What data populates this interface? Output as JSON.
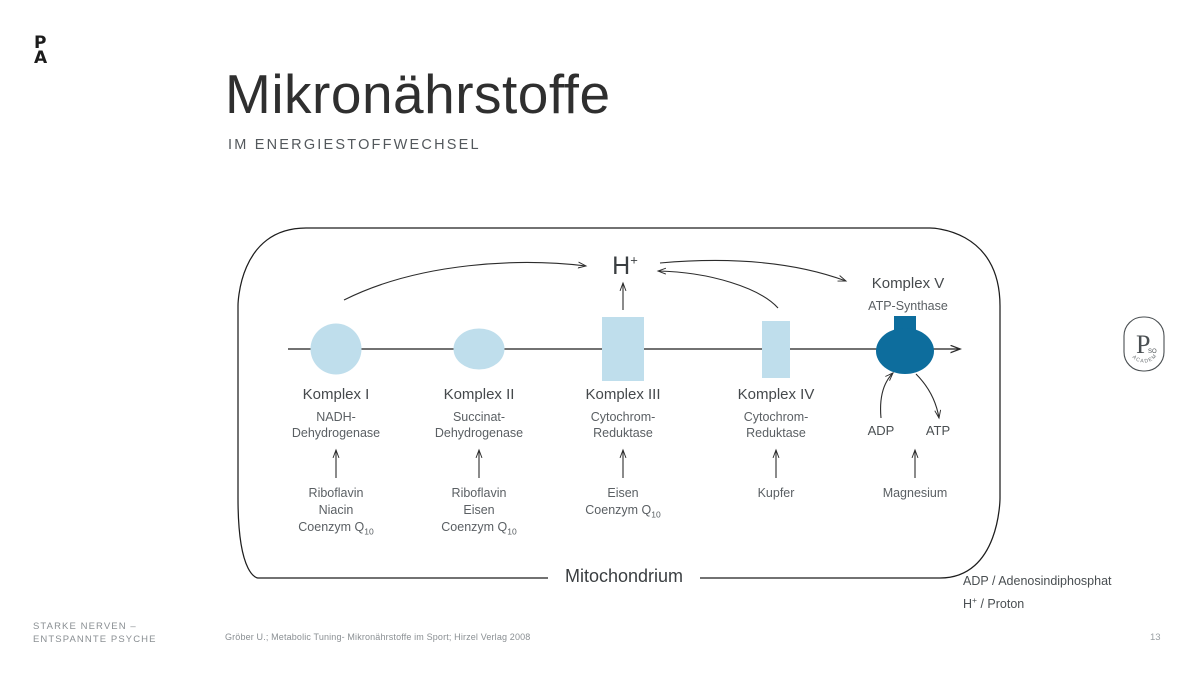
{
  "brand": {
    "logo_line1": "P",
    "logo_line2": "A"
  },
  "header": {
    "title": "Mikronährstoffe",
    "subtitle": "IM ENERGIESTOFFWECHSEL"
  },
  "diagram": {
    "container_label": "Mitochondrium",
    "proton_label": "H",
    "proton_superscript": "+",
    "complexes": [
      {
        "title": "Komplex I",
        "sub_line1": "NADH-",
        "sub_line2": "Dehydrogenase",
        "shape": "circle",
        "color": "#bfdeec",
        "nutrients": [
          "Riboflavin",
          "Niacin",
          "Coenzym Q10"
        ]
      },
      {
        "title": "Komplex II",
        "sub_line1": "Succinat-",
        "sub_line2": "Dehydrogenase",
        "shape": "ellipse",
        "color": "#bfdeec",
        "nutrients": [
          "Riboflavin",
          "Eisen",
          "Coenzym Q10"
        ]
      },
      {
        "title": "Komplex III",
        "sub_line1": "Cytochrom-",
        "sub_line2": "Reduktase",
        "shape": "rect-wide",
        "color": "#bfdeec",
        "nutrients": [
          "Eisen",
          "Coenzym Q10"
        ]
      },
      {
        "title": "Komplex IV",
        "sub_line1": "Cytochrom-",
        "sub_line2": "Reduktase",
        "shape": "rect-narrow",
        "color": "#bfdeec",
        "nutrients": [
          "Kupfer"
        ]
      },
      {
        "title": "Komplex V",
        "sub_line1": "ATP-Synthase",
        "sub_line2": "",
        "shape": "atp-synthase",
        "color": "#0d6d9d",
        "nutrients": [
          "Magnesium"
        ]
      }
    ],
    "adp_label": "ADP",
    "atp_label": "ATP"
  },
  "legend": {
    "line1": "ADP / Adenosindiphosphat",
    "line2_prefix": "H",
    "line2_sup": "+",
    "line2_suffix": " / Proton"
  },
  "footer": {
    "tagline_line1": "STARKE NERVEN –",
    "tagline_line2": "ENTSPANNTE PSYCHE",
    "source": "Gröber U.; Metabolic Tuning- Mikronährstoffe im Sport; Hirzel Verlag 2008",
    "page_number": "13"
  },
  "badge": {
    "letter": "P",
    "small": "SO",
    "arc_text": "ACADEMY"
  },
  "colors": {
    "complex_light": "#bfdeec",
    "complex_dark": "#0d6d9d",
    "line": "#1d1d1d",
    "text": "#4a4f52"
  }
}
